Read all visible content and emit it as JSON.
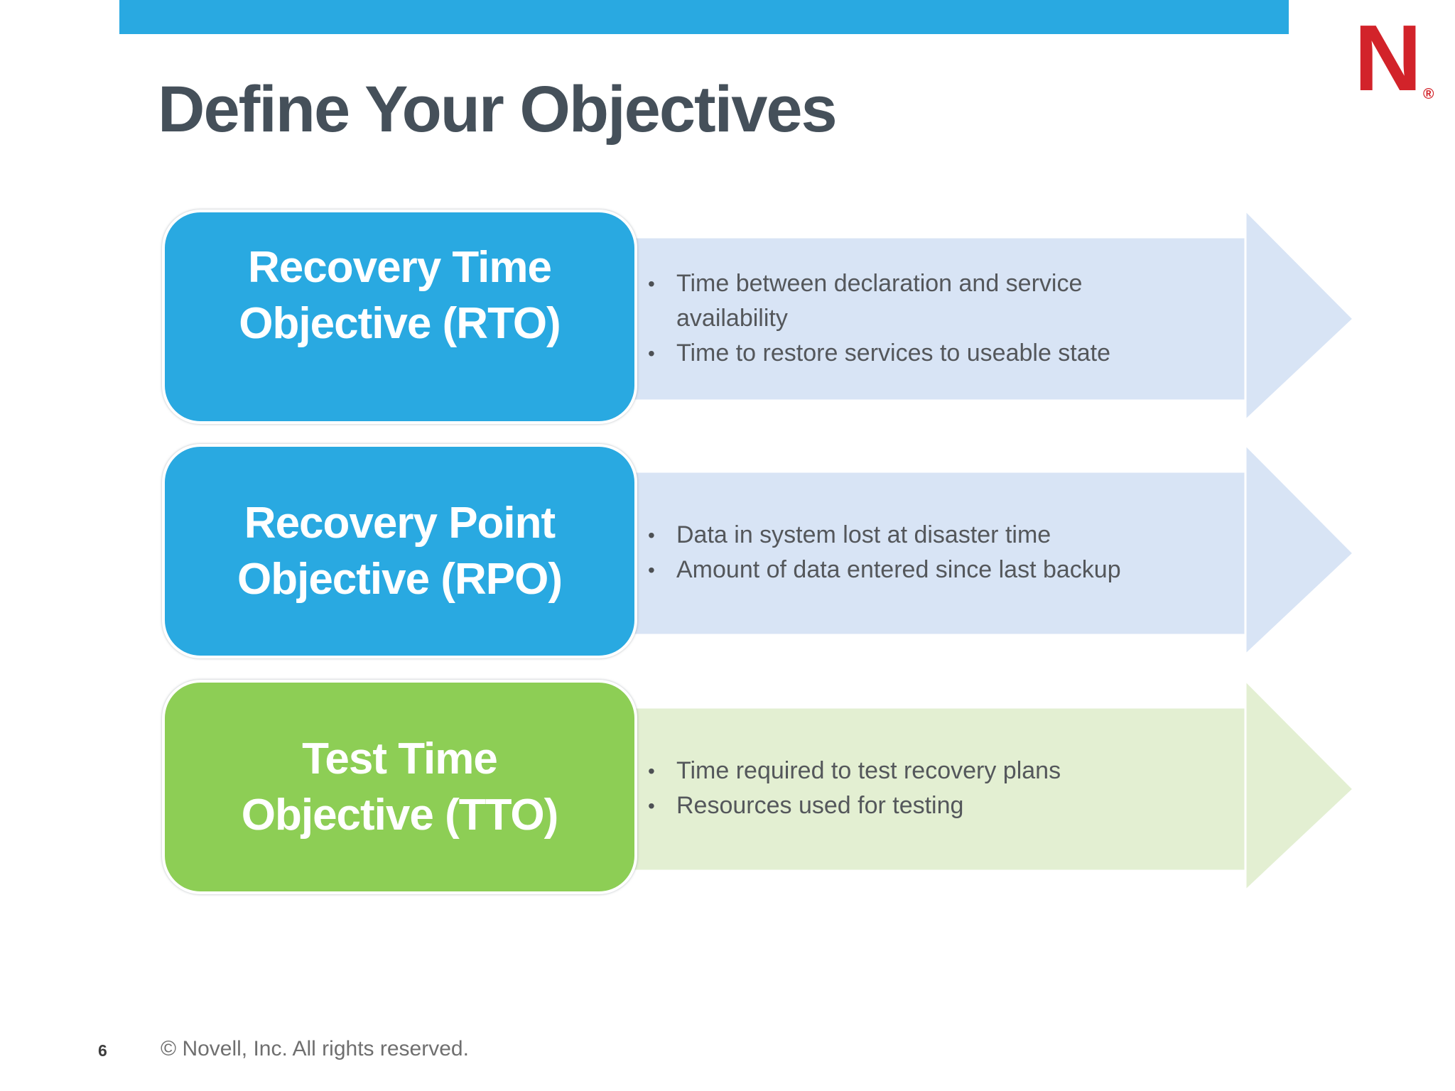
{
  "slide": {
    "title": "Define Your Objectives",
    "page_number": "6",
    "footer_copyright": "© Novell, Inc.  All rights reserved.",
    "logo": {
      "letter": "N",
      "registered": "®"
    },
    "bullet_char": "•"
  },
  "colors": {
    "top_bar": "#29A9E1",
    "blue_box": "#29A9E1",
    "green_box": "#8DCE55",
    "blue_arrow_band": "#D8E4F5",
    "green_arrow_band": "#E3EFD2",
    "title_text": "#45505A",
    "body_text": "#54575B",
    "logo_red": "#D2232A"
  },
  "rows": [
    {
      "id": "rto",
      "label": [
        "Recovery Time",
        "Objective (RTO)"
      ],
      "bullets": [
        [
          "Time between declaration and service",
          "availability"
        ],
        [
          "Time to restore services to useable state"
        ]
      ]
    },
    {
      "id": "rpo",
      "label": [
        "Recovery Point",
        "Objective (RPO)"
      ],
      "bullets": [
        [
          "Data in system lost at disaster time"
        ],
        [
          "Amount of data entered since last backup"
        ]
      ]
    },
    {
      "id": "tto",
      "label": [
        "Test Time",
        "Objective (TTO)"
      ],
      "bullets": [
        [
          "Time required to test recovery plans"
        ],
        [
          "Resources used for testing"
        ]
      ]
    }
  ]
}
